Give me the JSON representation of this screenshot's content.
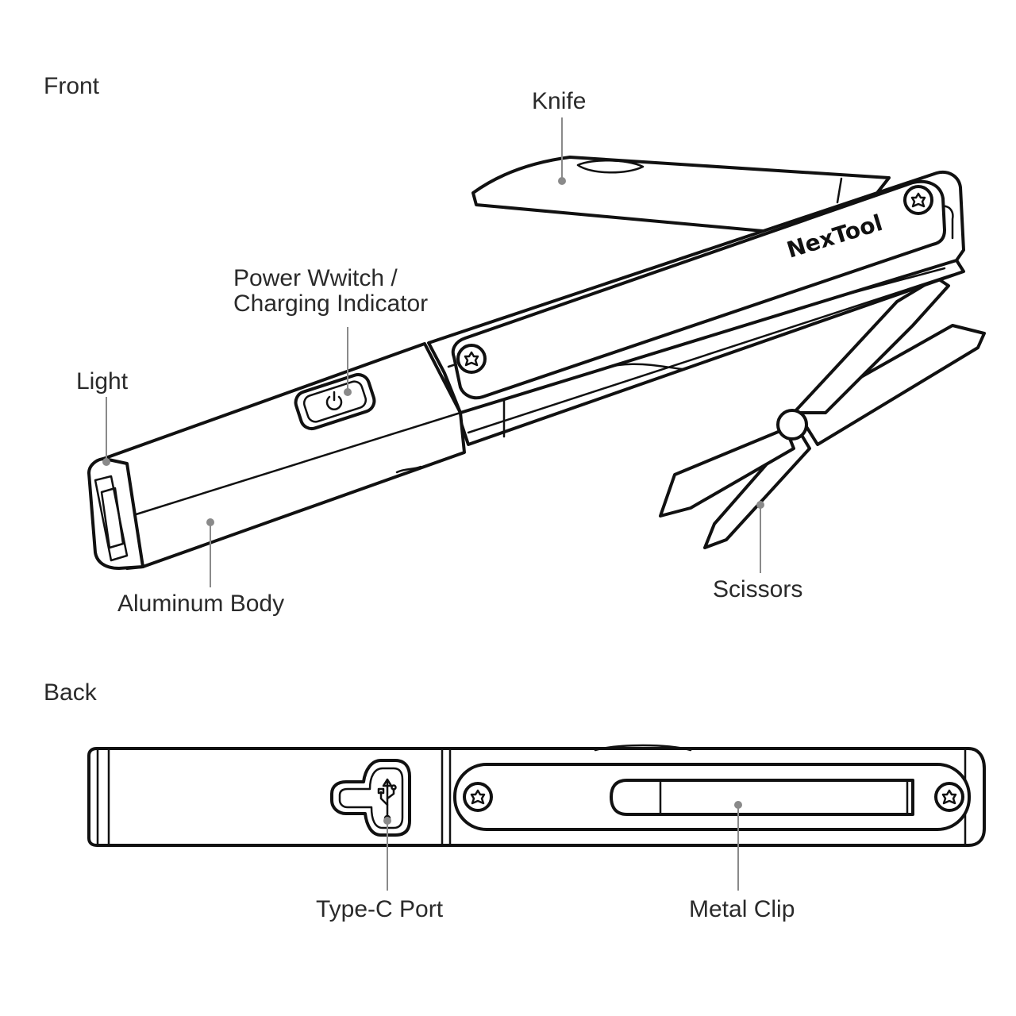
{
  "sections": {
    "front": "Front",
    "back": "Back"
  },
  "brand": {
    "logo_text": "NexTool"
  },
  "callouts": {
    "knife": "Knife",
    "power_line1": "Power Wwitch /",
    "power_line2": "Charging Indicator",
    "light": "Light",
    "aluminum_body": "Aluminum Body",
    "scissors": "Scissors",
    "type_c_port": "Type-C Port",
    "metal_clip": "Metal Clip"
  },
  "colors": {
    "outline": "#111111",
    "leader": "#8a8a8a",
    "text": "#2a2a2a"
  },
  "icons": [
    "power-icon",
    "usb-icon",
    "torx-screw-icon"
  ]
}
